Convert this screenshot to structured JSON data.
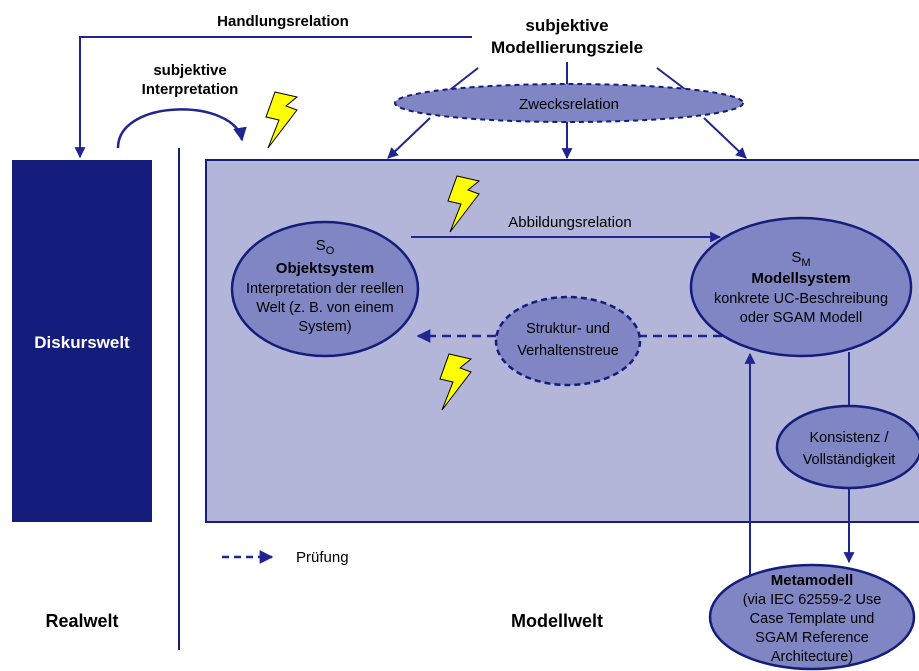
{
  "labels": {
    "handlungsrelation": "Handlungsrelation",
    "ziele_line1": "subjektive",
    "ziele_line2": "Modellierungsziele",
    "interp_line1": "subjektive",
    "interp_line2": "Interpretation",
    "zwecksrelation": "Zwecksrelation",
    "diskurswelt": "Diskurswelt",
    "abbildungsrelation": "Abbildungsrelation",
    "pruefung": "Prüfung",
    "realwelt": "Realwelt",
    "modellwelt": "Modellwelt"
  },
  "objektsystem": {
    "symbol": "S",
    "subscript": "O",
    "title": "Objektsystem",
    "lines": [
      "Interpretation der reellen",
      "Welt (z. B. von einem",
      "System)"
    ]
  },
  "modellsystem": {
    "symbol": "S",
    "subscript": "M",
    "title": "Modellsystem",
    "lines": [
      "konkrete UC-Beschreibung",
      "oder SGAM Modell"
    ]
  },
  "struktur": {
    "lines": [
      "Struktur- und",
      "Verhaltenstreue"
    ]
  },
  "konsistenz": {
    "lines": [
      "Konsistenz /",
      "Vollständigkeit"
    ]
  },
  "metamodell": {
    "title": "Metamodell",
    "lines": [
      "(via IEC 62559-2 Use",
      "Case Template und",
      "SGAM Reference",
      "Architecture)"
    ]
  },
  "colors": {
    "dark_navy": "#141c7c",
    "arrow": "#1f2690",
    "panel_fill": "#b3b6d9",
    "ellipse_fill": "#7f86c3",
    "lightning": "#ffff00"
  }
}
